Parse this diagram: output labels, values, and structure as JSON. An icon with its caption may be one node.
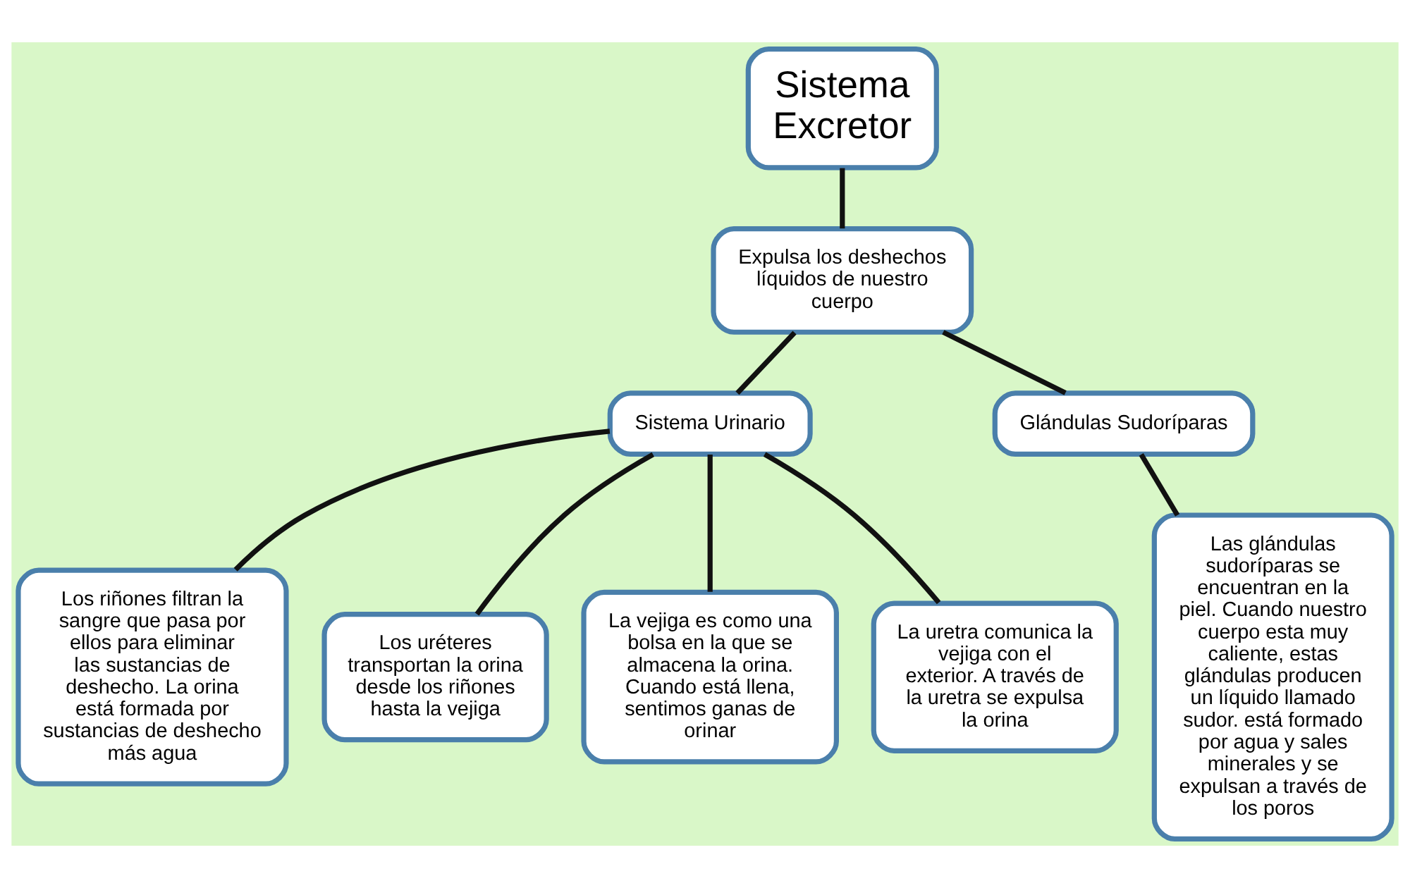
{
  "diagram": {
    "nodes": [
      {
        "text": [
          "Sistema Excretor"
        ]
      },
      {
        "text": [
          "Expulsa los deshechos líquidos de nuestro cuerpo"
        ]
      },
      {
        "text": [
          "Sistema Urinario"
        ]
      },
      {
        "text": [
          "Glándulas Sudoríparas"
        ]
      },
      {
        "text": [
          "Los riñones filtran la sangre que pasa por ellos para eliminar las sustancias de deshecho. La orina está formada por sustancias de deshecho más agua"
        ]
      },
      {
        "text": [
          "Los uréteres transportan la orina desde los riñones hasta la vejiga"
        ]
      },
      {
        "text": [
          "La vejiga es como una bolsa en la que se almacena la orina. Cuando está llena, sentimos ganas de orinar"
        ]
      },
      {
        "text": [
          "La uretra comunica la vejiga con el exterior. A través de la uretra se expulsa la orina"
        ]
      },
      {
        "text": [
          "Las glándulas sudoríparas se encuentran en la piel. Cuando nuestro cuerpo esta muy caliente, estas glándulas producen un líquido llamado sudor. está formado por agua y sales minerales y se expulsan a través de los poros"
        ]
      }
    ],
    "edges": [
      {
        "from": 0,
        "to": 1,
        "arrow": "none"
      },
      {
        "from": 1,
        "to": 2,
        "arrow": "none"
      },
      {
        "from": 1,
        "to": 3,
        "arrow": "none"
      },
      {
        "from": 2,
        "to": 4,
        "arrow": "none"
      },
      {
        "from": 2,
        "to": 5,
        "arrow": "none"
      },
      {
        "from": 2,
        "to": 6,
        "arrow": "none"
      },
      {
        "from": 2,
        "to": 7,
        "arrow": "none"
      },
      {
        "from": 3,
        "to": 8,
        "arrow": "none"
      }
    ]
  }
}
